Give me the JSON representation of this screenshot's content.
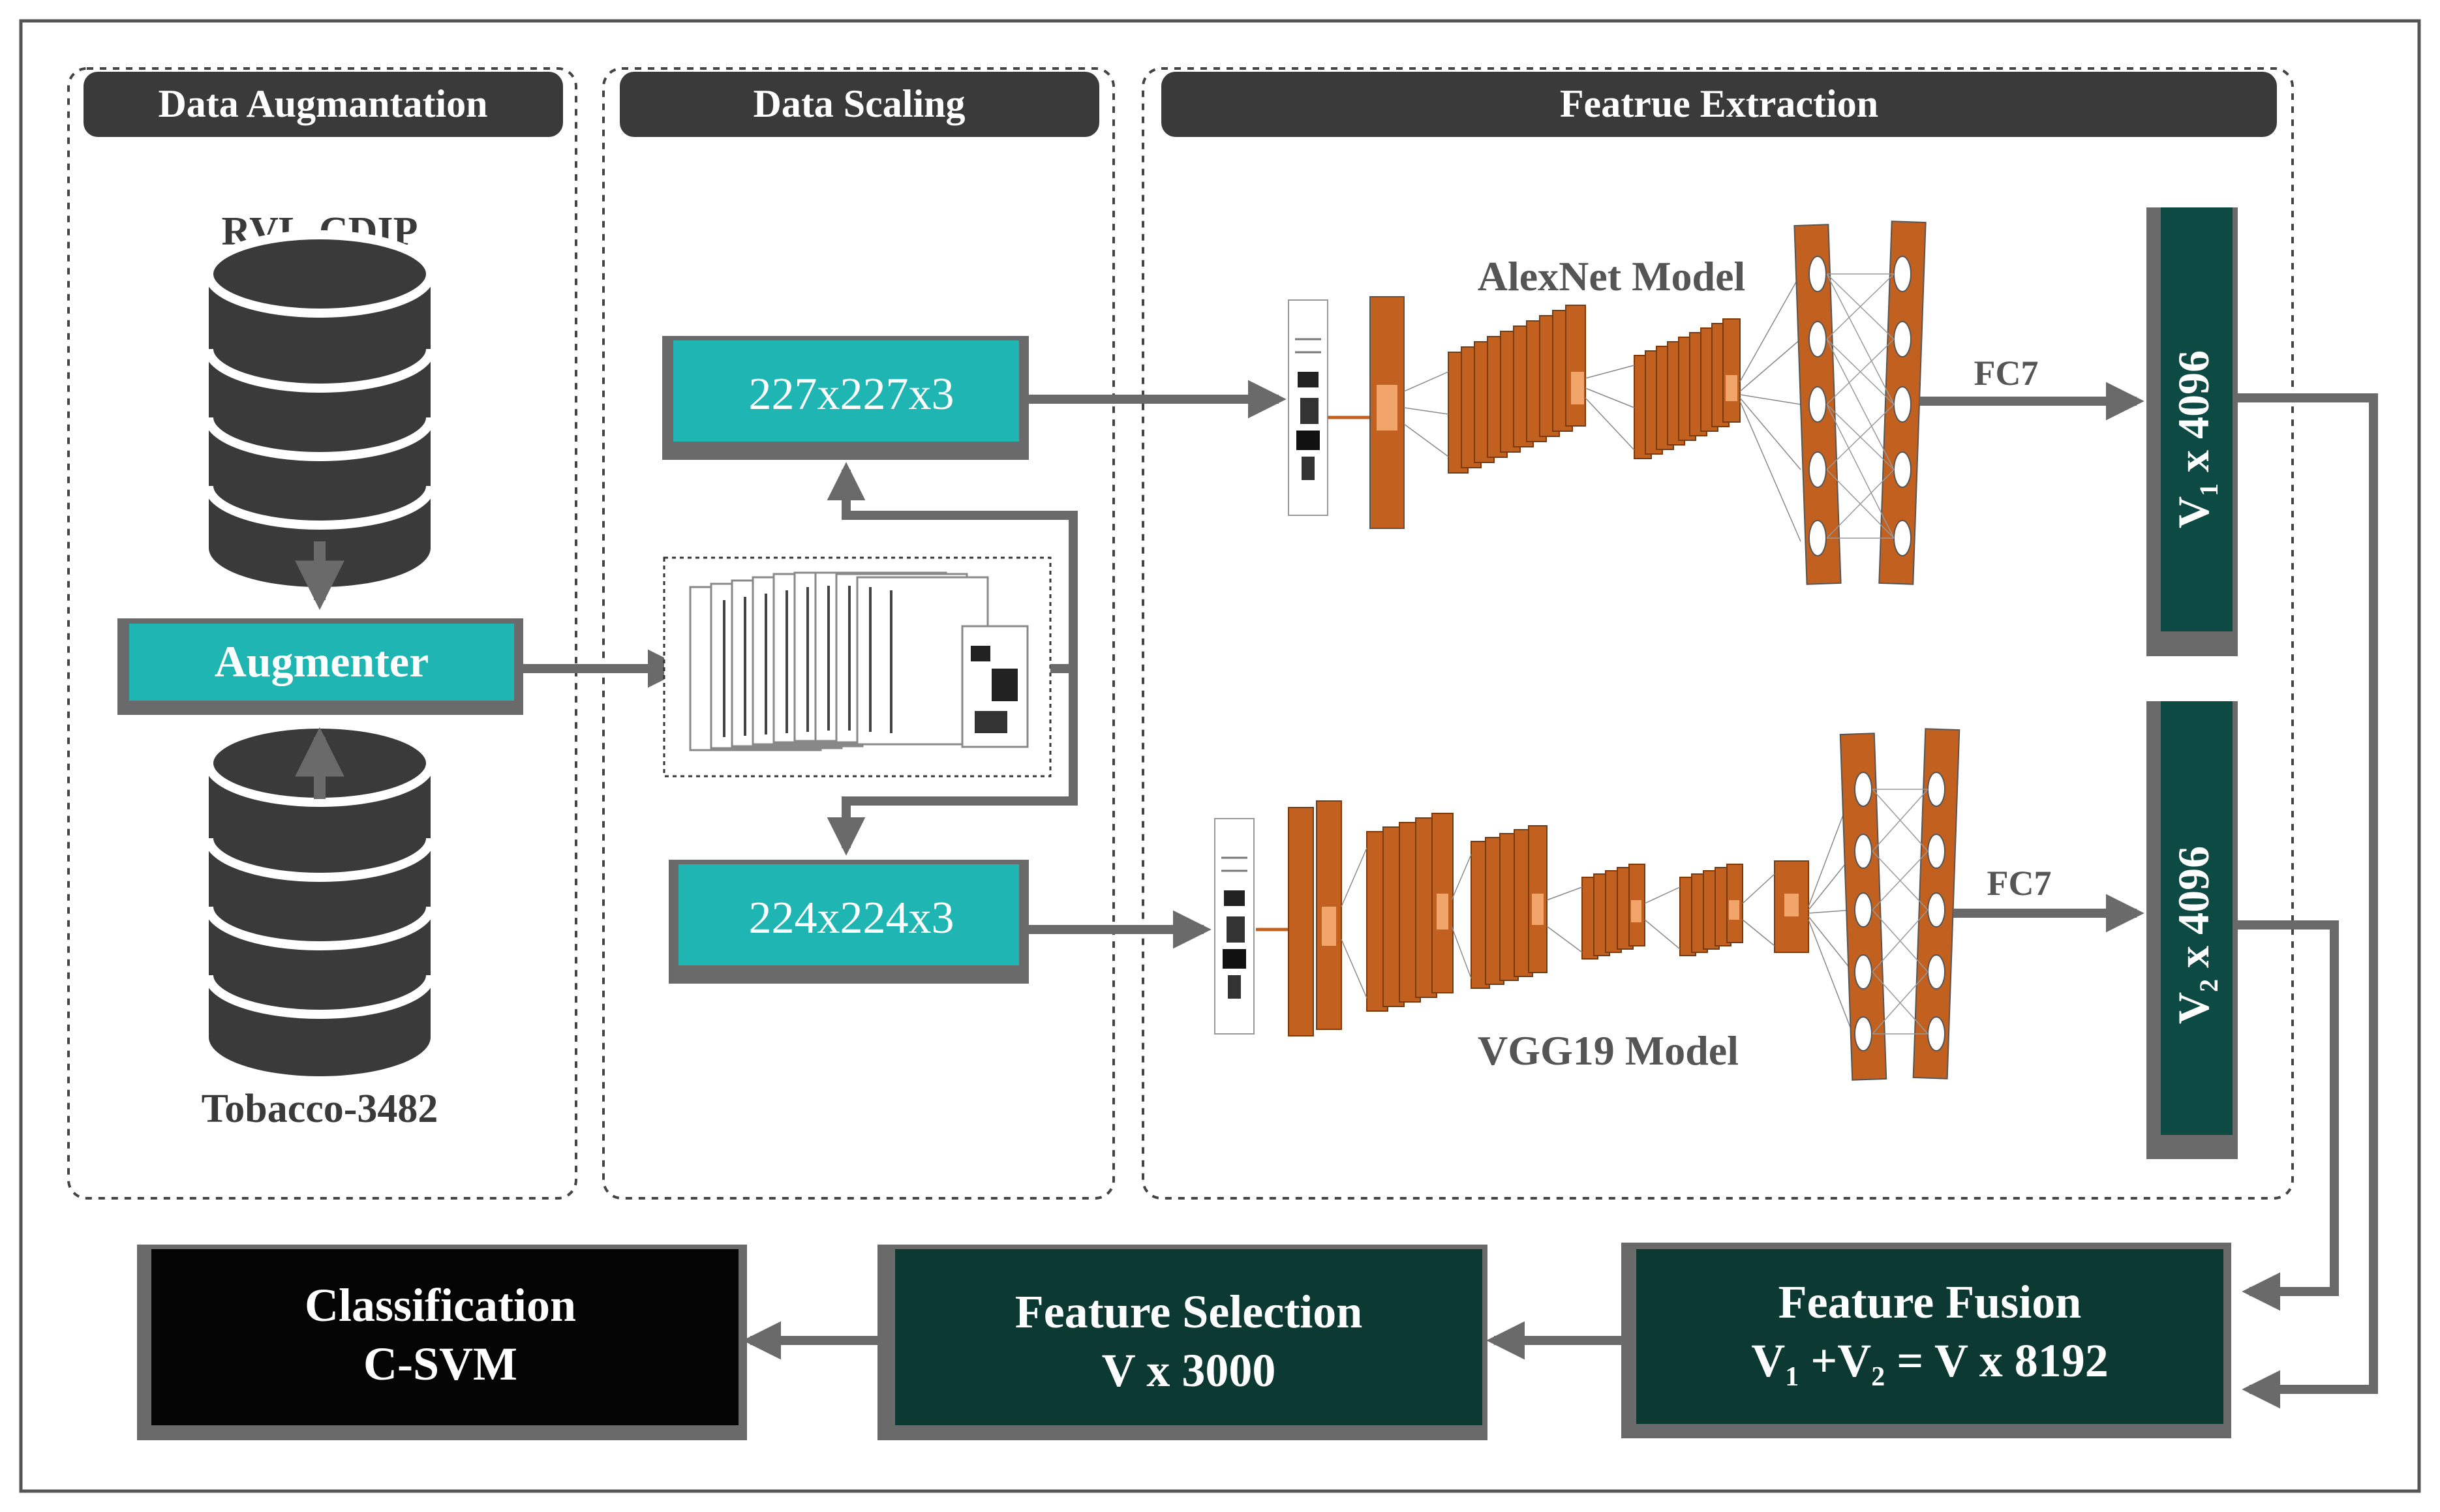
{
  "sections": {
    "augmentation": "Data Augmantation",
    "scaling": "Data Scaling",
    "extraction": "Featrue Extraction"
  },
  "datasets": {
    "top": "RVL-CDIP",
    "bottom": "Tobacco-3482"
  },
  "augmenter": "Augmenter",
  "scales": {
    "alexnet_input": "227x227x3",
    "vgg_input": "224x224x3"
  },
  "models": {
    "alexnet": "AlexNet Model",
    "vgg19": "VGG19 Model",
    "fc_top": "FC7",
    "fc_bottom": "FC7"
  },
  "vectors": {
    "v1": {
      "base": "V",
      "sub": "1",
      "rest": " x 4096"
    },
    "v2": {
      "base": "V",
      "sub": "2",
      "rest": " x 4096"
    }
  },
  "fusion": {
    "title": "Feature Fusion",
    "eq_a": "V",
    "sub1": "1",
    "eq_b": " +V",
    "sub2": "2",
    "eq_c": " = V x 8192"
  },
  "selection": {
    "title": "Feature Selection",
    "value": "V x 3000"
  },
  "classification": {
    "title": "Classification",
    "method": "C-SVM"
  },
  "colors": {
    "header_bg": "#3a3a3a",
    "teal": "#1fb5b2",
    "dark_teal": "#0d4a44",
    "darkest_teal": "#0c3a33",
    "layer_orange": "#c1601f",
    "layer_light": "#f2a56a",
    "arrow": "#6a6a6a",
    "black_box": "#050505"
  }
}
